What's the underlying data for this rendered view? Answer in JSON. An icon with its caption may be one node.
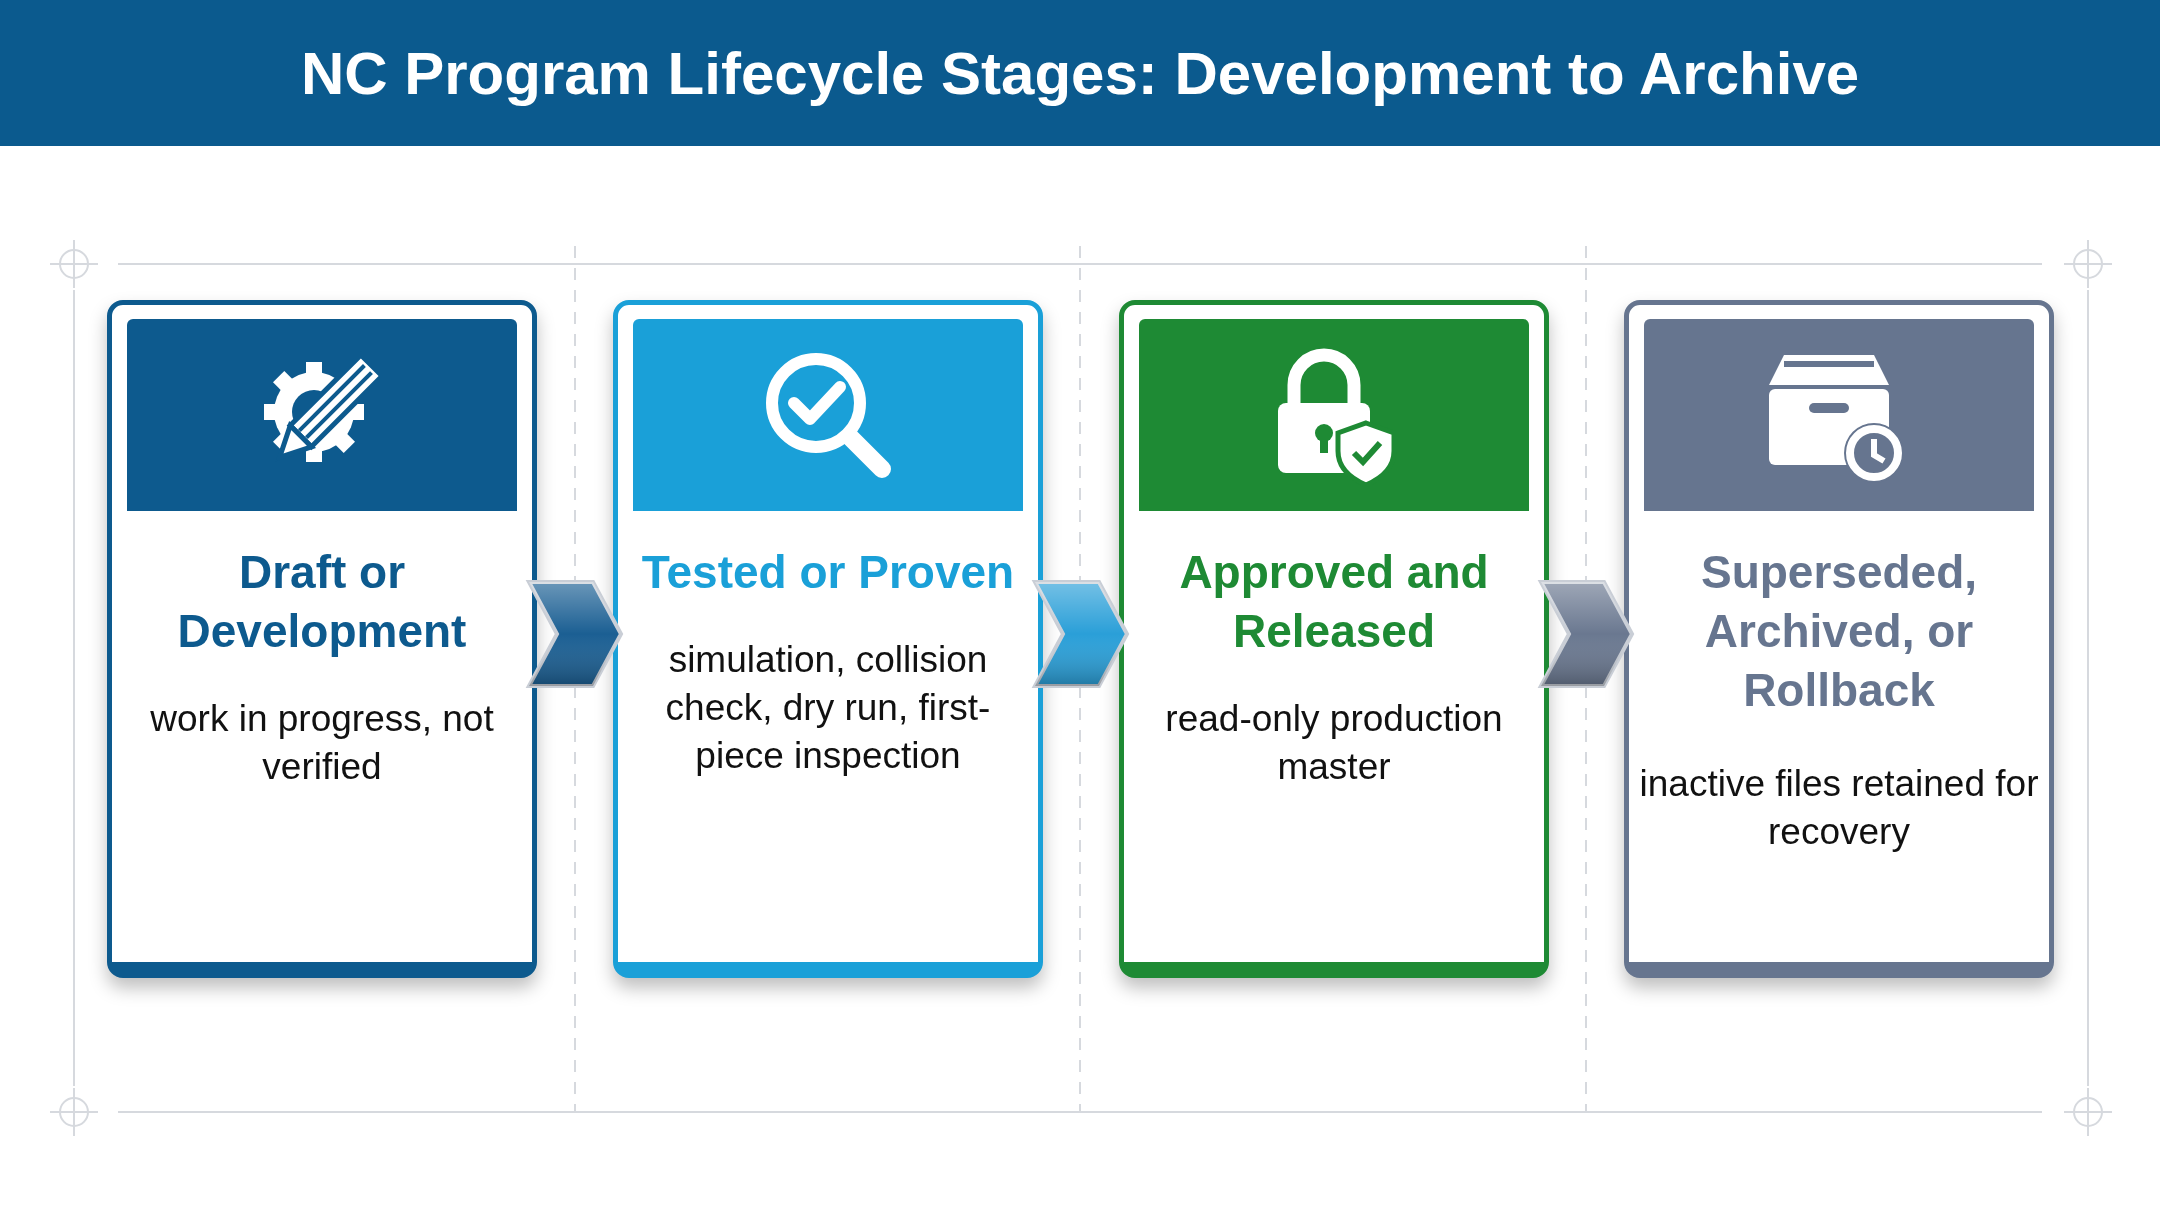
{
  "diagram": {
    "title": "NC Program Lifecycle Stages: Development to Archive",
    "nodes": [
      {
        "text": [
          "Draft or Development",
          "work in progress, not verified"
        ]
      },
      {
        "text": [
          "Tested or Proven",
          "simulation, collision check, dry run, first-piece inspection"
        ]
      },
      {
        "text": [
          "Approved and Released",
          "read-only production master"
        ]
      },
      {
        "text": [
          "Superseded, Archived, or Rollback",
          "inactive files retained for recovery"
        ]
      }
    ],
    "edges": [
      {
        "from": 0,
        "to": 1,
        "arrow": "to",
        "color": "#1b5f93"
      },
      {
        "from": 1,
        "to": 2,
        "arrow": "to",
        "color": "#2a9fd8"
      },
      {
        "from": 2,
        "to": 3,
        "arrow": "to",
        "color": "#6a7890"
      }
    ]
  }
}
